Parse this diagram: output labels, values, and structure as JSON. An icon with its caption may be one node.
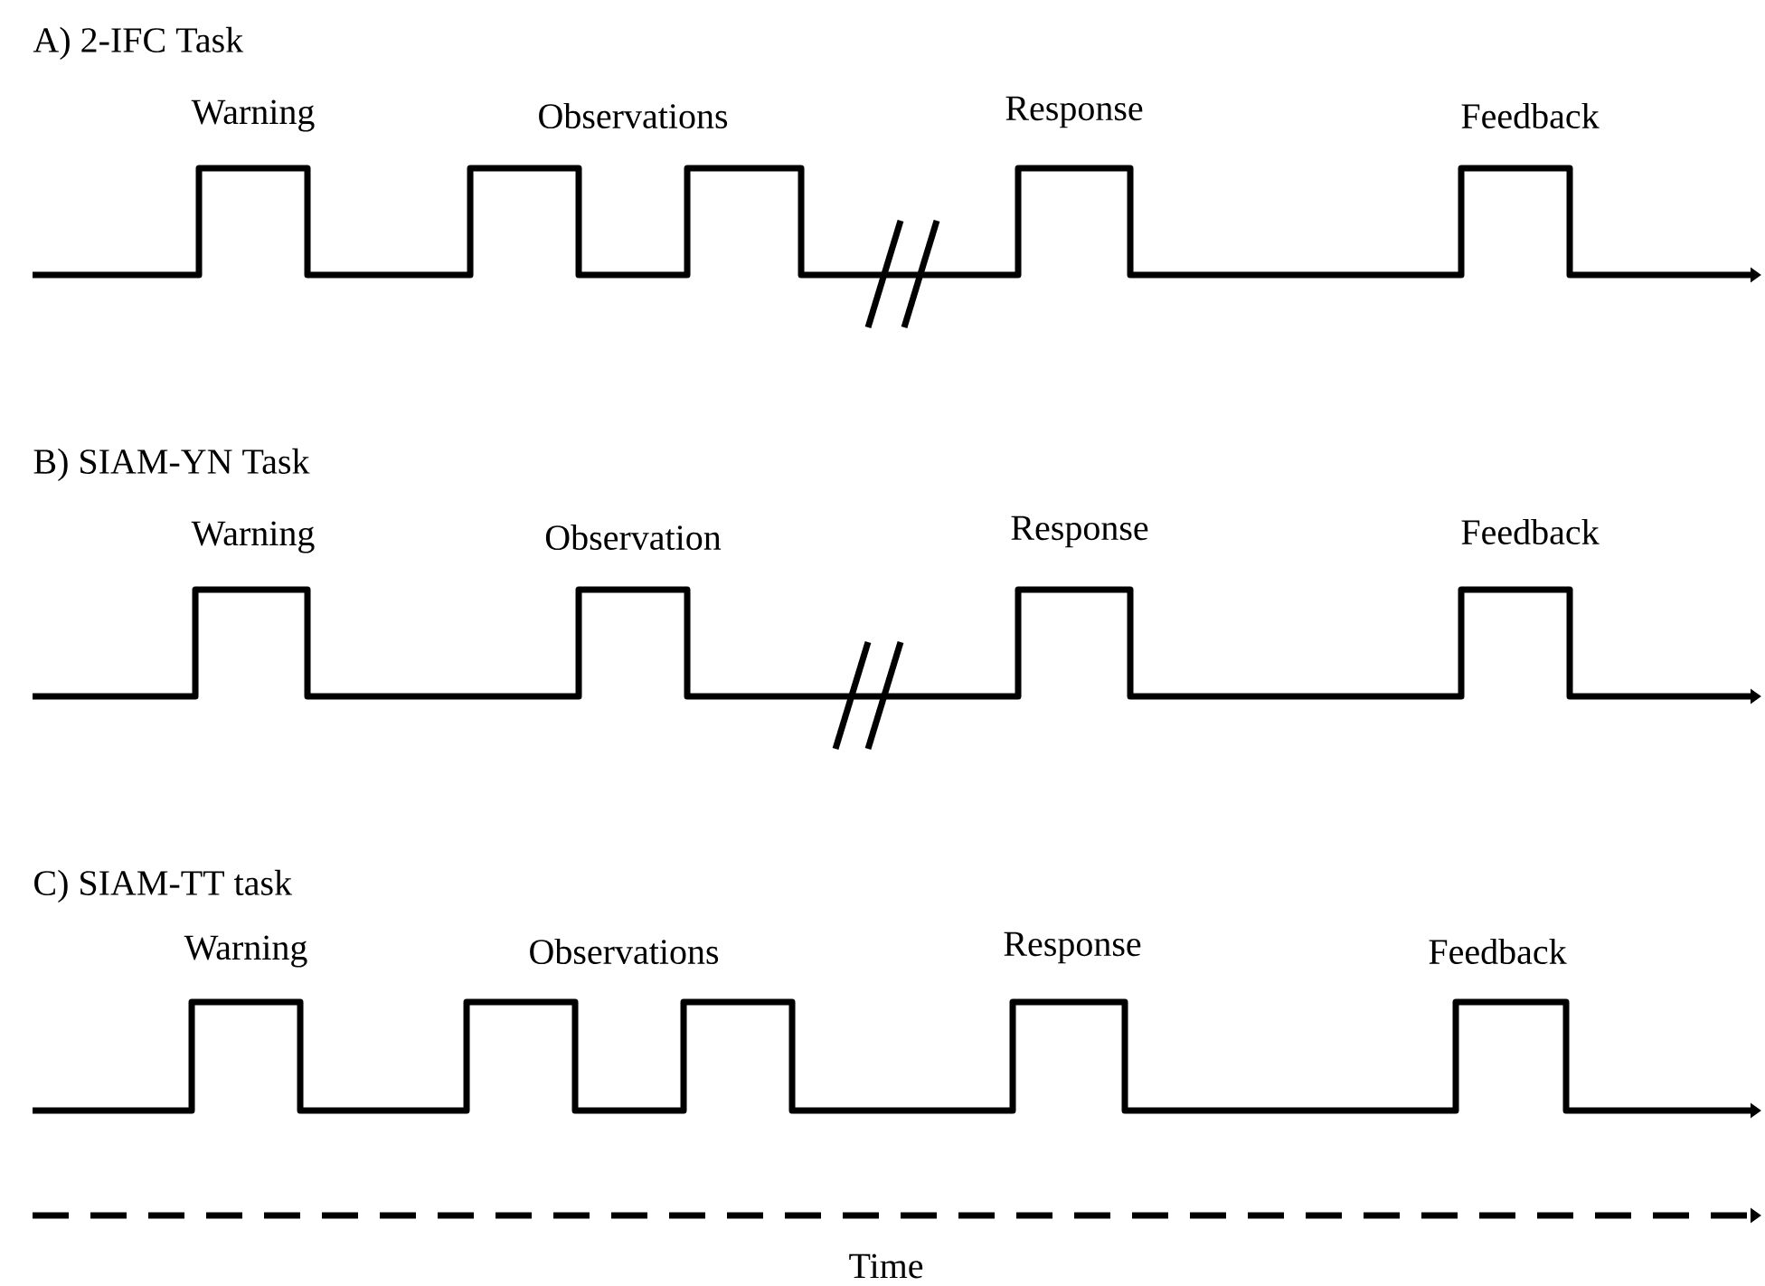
{
  "diagram": {
    "labels": [
      "A) 2-IFC Task",
      "Warning",
      "Observations",
      "Response",
      "Feedback",
      "B) SIAM-YN Task",
      "Warning",
      "Observation",
      "Response",
      "Feedback",
      "C) SIAM-TT task",
      "Warning",
      "Observations",
      "Response",
      "Feedback",
      "Time"
    ]
  }
}
